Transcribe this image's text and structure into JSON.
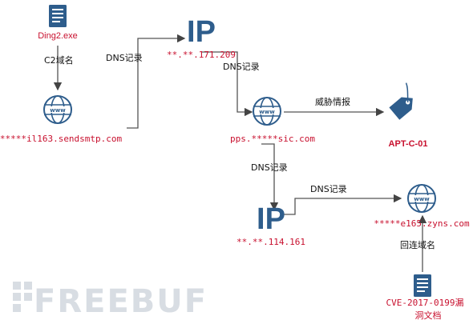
{
  "nodes": {
    "file1": {
      "label": "Ding2.exe"
    },
    "domain1": {
      "label": "*****il163.sendsmtp.com"
    },
    "ip1": {
      "icon_text": "IP",
      "label": "**.**.171.209"
    },
    "domain2": {
      "label": "pps.*****sic.com"
    },
    "apt": {
      "label": "APT-C-01"
    },
    "ip2": {
      "icon_text": "IP",
      "label": "**.**.114.161"
    },
    "domain3": {
      "label": "*****e165.zyns.com"
    },
    "file2": {
      "label_line1": "CVE-2017-0199漏",
      "label_line2": "洞文档"
    }
  },
  "edges": {
    "c2": "C2域名",
    "dns1": "DNS记录",
    "dns2": "DNS记录",
    "threat": "威胁情报",
    "dns3": "DNS记录",
    "dns4": "DNS记录",
    "callback": "回连域名"
  },
  "watermark": "FREEBUF",
  "colors": {
    "accent_red": "#c8102e",
    "icon_blue": "#2e5d8c",
    "line": "#555555"
  }
}
